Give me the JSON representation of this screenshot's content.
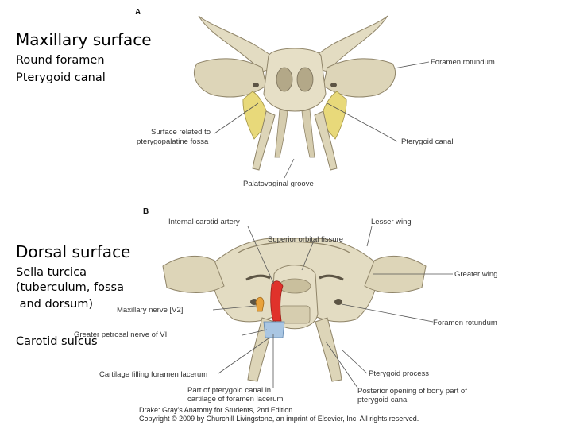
{
  "slide": {
    "section1_heading": "Maxillary surface",
    "section1_line1": "Round foramen",
    "section1_line2": "Pterygoid canal",
    "section2_heading": "Dorsal surface",
    "section2_line1": "Sella turcica",
    "section2_line2": "(tuberculum, fossa",
    "section2_line3": " and dorsum)",
    "section2_line4": "Carotid sulcus"
  },
  "figure_a": {
    "panel_letter": "A",
    "label_foramen_rotundum": "Foramen rotundum",
    "label_surface_line1": "Surface related to",
    "label_surface_line2": "pterygopalatine fossa",
    "label_pterygoid_canal": "Pterygoid canal",
    "label_palatovaginal": "Palatovaginal groove"
  },
  "figure_b": {
    "panel_letter": "B",
    "label_internal_carotid": "Internal carotid artery",
    "label_lesser_wing": "Lesser wing",
    "label_superior_orbital": "Superior orbital fissure",
    "label_greater_wing": "Greater wing",
    "label_maxillary_nerve": "Maxillary nerve [V2]",
    "label_greater_petrosal": "Greater petrosal nerve of VII",
    "label_foramen_rotundum": "Foramen rotundum",
    "label_cartilage": "Cartilage filling foramen lacerum",
    "label_pterygoid_process": "Pterygoid process",
    "label_part_canal_line1": "Part of pterygoid canal in",
    "label_part_canal_line2": "cartilage of foramen lacerum",
    "label_posterior_line1": "Posterior opening of bony part of",
    "label_posterior_line2": "pterygoid canal"
  },
  "credit": {
    "line1": "Drake: Gray's Anatomy for Students, 2nd Edition.",
    "line2": "Copyright © 2009 by Churchill Livingstone, an imprint of Elsevier, Inc. All rights reserved."
  },
  "colors": {
    "bone": "#e3dcc2",
    "bone_shade": "#c9bf9d",
    "bone_dark": "#8f8468",
    "highlight_yellow": "#e8d97a",
    "artery_red": "#e0322b",
    "nerve_orange": "#e8a23c",
    "cartilage_blue": "#a9c6e3"
  }
}
